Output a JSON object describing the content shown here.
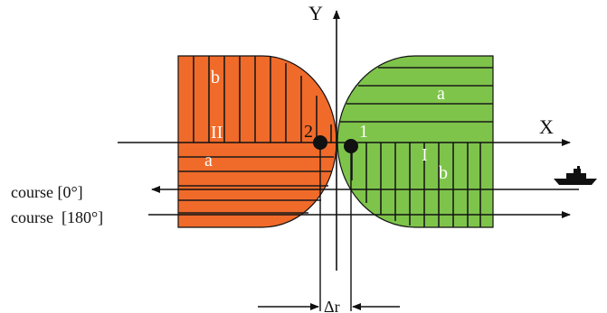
{
  "axes": {
    "x_label": "X",
    "y_label": "Y"
  },
  "delta_label": "Δr",
  "course_labels": [
    "course [0°]",
    "course  [180°]"
  ],
  "left_region": {
    "color": "#f06a2a",
    "labels": {
      "upper_sub": "b",
      "upper_roman": "II",
      "lower_sub": "a",
      "point": "2"
    }
  },
  "right_region": {
    "color": "#7ec44a",
    "labels": {
      "upper_sub": "a",
      "lower_roman": "I",
      "lower_sub": "b",
      "point": "1"
    }
  },
  "colors": {
    "line": "#111111",
    "hatch": "#1a1a1a",
    "text_on_fill": "#ffffff"
  },
  "icons": {
    "vessel": "ship-icon"
  }
}
